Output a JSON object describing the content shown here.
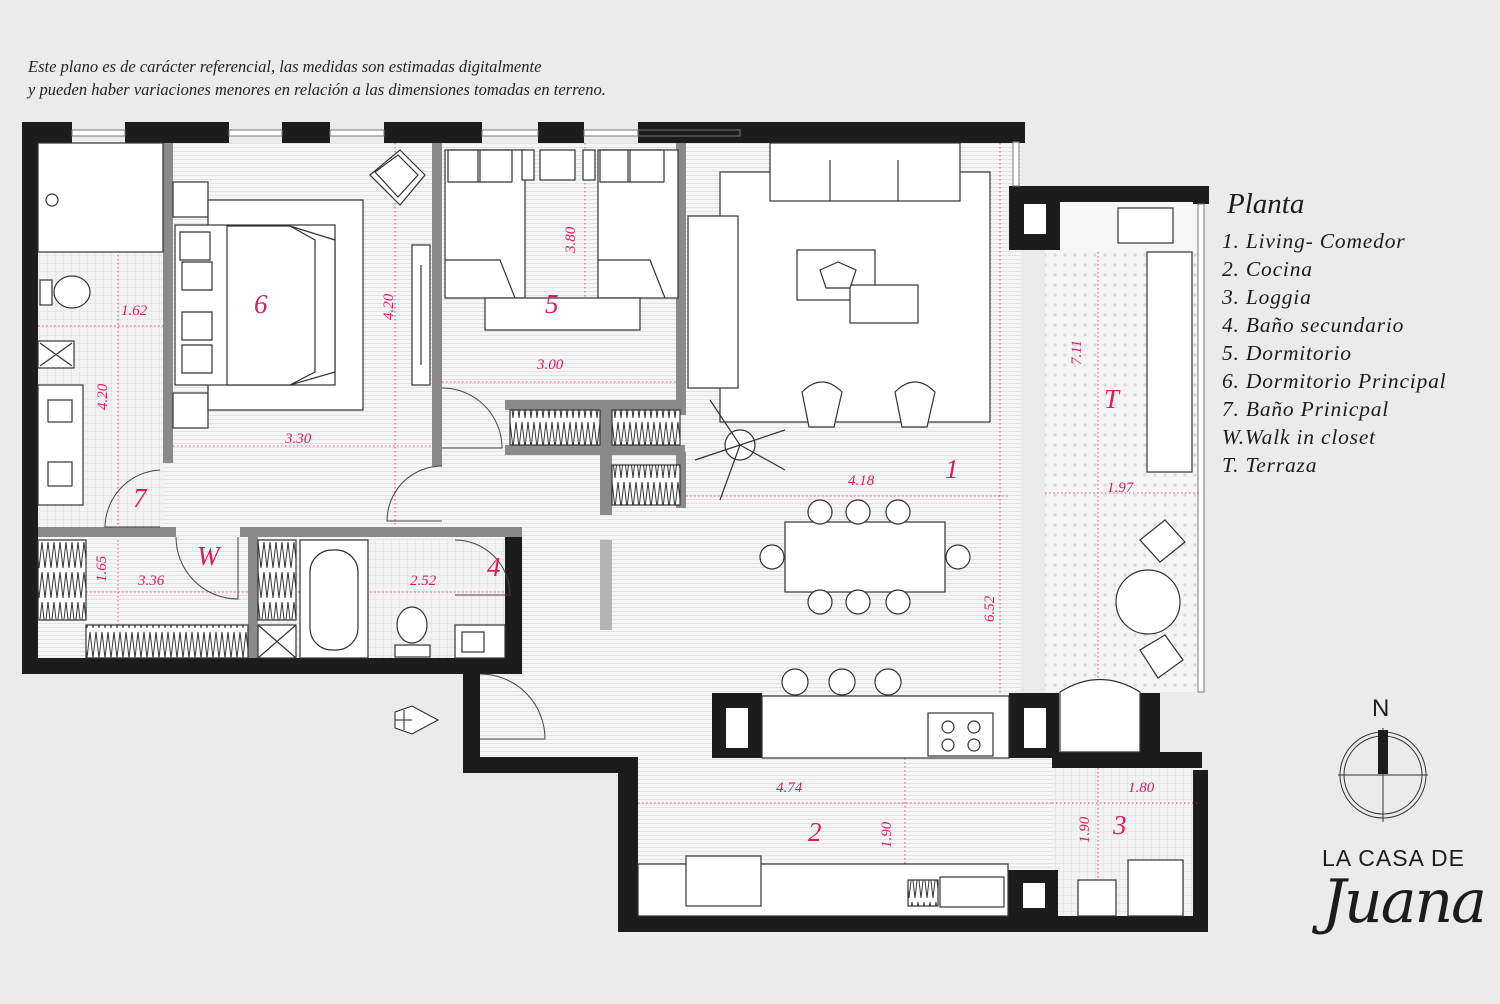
{
  "disclaimer": {
    "line1": "Este plano es de carácter referencial, las medidas son estimadas digitalmente",
    "line2": "y pueden haber variaciones menores en relación a las dimensiones tomadas en terreno."
  },
  "legend": {
    "title": "Planta",
    "items": [
      "1. Living- Comedor",
      "2. Cocina",
      "3. Loggia",
      "4. Baño secundario",
      "5. Dormitorio",
      "6. Dormitorio Principal",
      "7. Baño Prinicpal",
      "W.Walk in closet",
      "T. Terraza"
    ]
  },
  "rooms": {
    "r1": "1",
    "r2": "2",
    "r3": "3",
    "r4": "4",
    "r5": "5",
    "r6": "6",
    "r7": "7",
    "rW": "W",
    "rT": "T"
  },
  "dimensions": {
    "d162": "1.62",
    "d420a": "4.20",
    "d330": "3.30",
    "d420b": "4.20",
    "d380": "3.80",
    "d300": "3.00",
    "d711": "7.11",
    "d418": "4.18",
    "d197": "1.97",
    "d165": "1.65",
    "d336": "3.36",
    "d252": "2.52",
    "d652": "6.52",
    "d474": "4.74",
    "d190a": "1.90",
    "d190b": "1.90",
    "d180": "1.80"
  },
  "compass": {
    "north": "N"
  },
  "brand": {
    "top": "LA CASA DE",
    "script": "Juana"
  },
  "colors": {
    "wall": "#1c1c1c",
    "accent": "#e0195a",
    "partition": "#8a8a8a",
    "floor": "#f4f4f4"
  }
}
